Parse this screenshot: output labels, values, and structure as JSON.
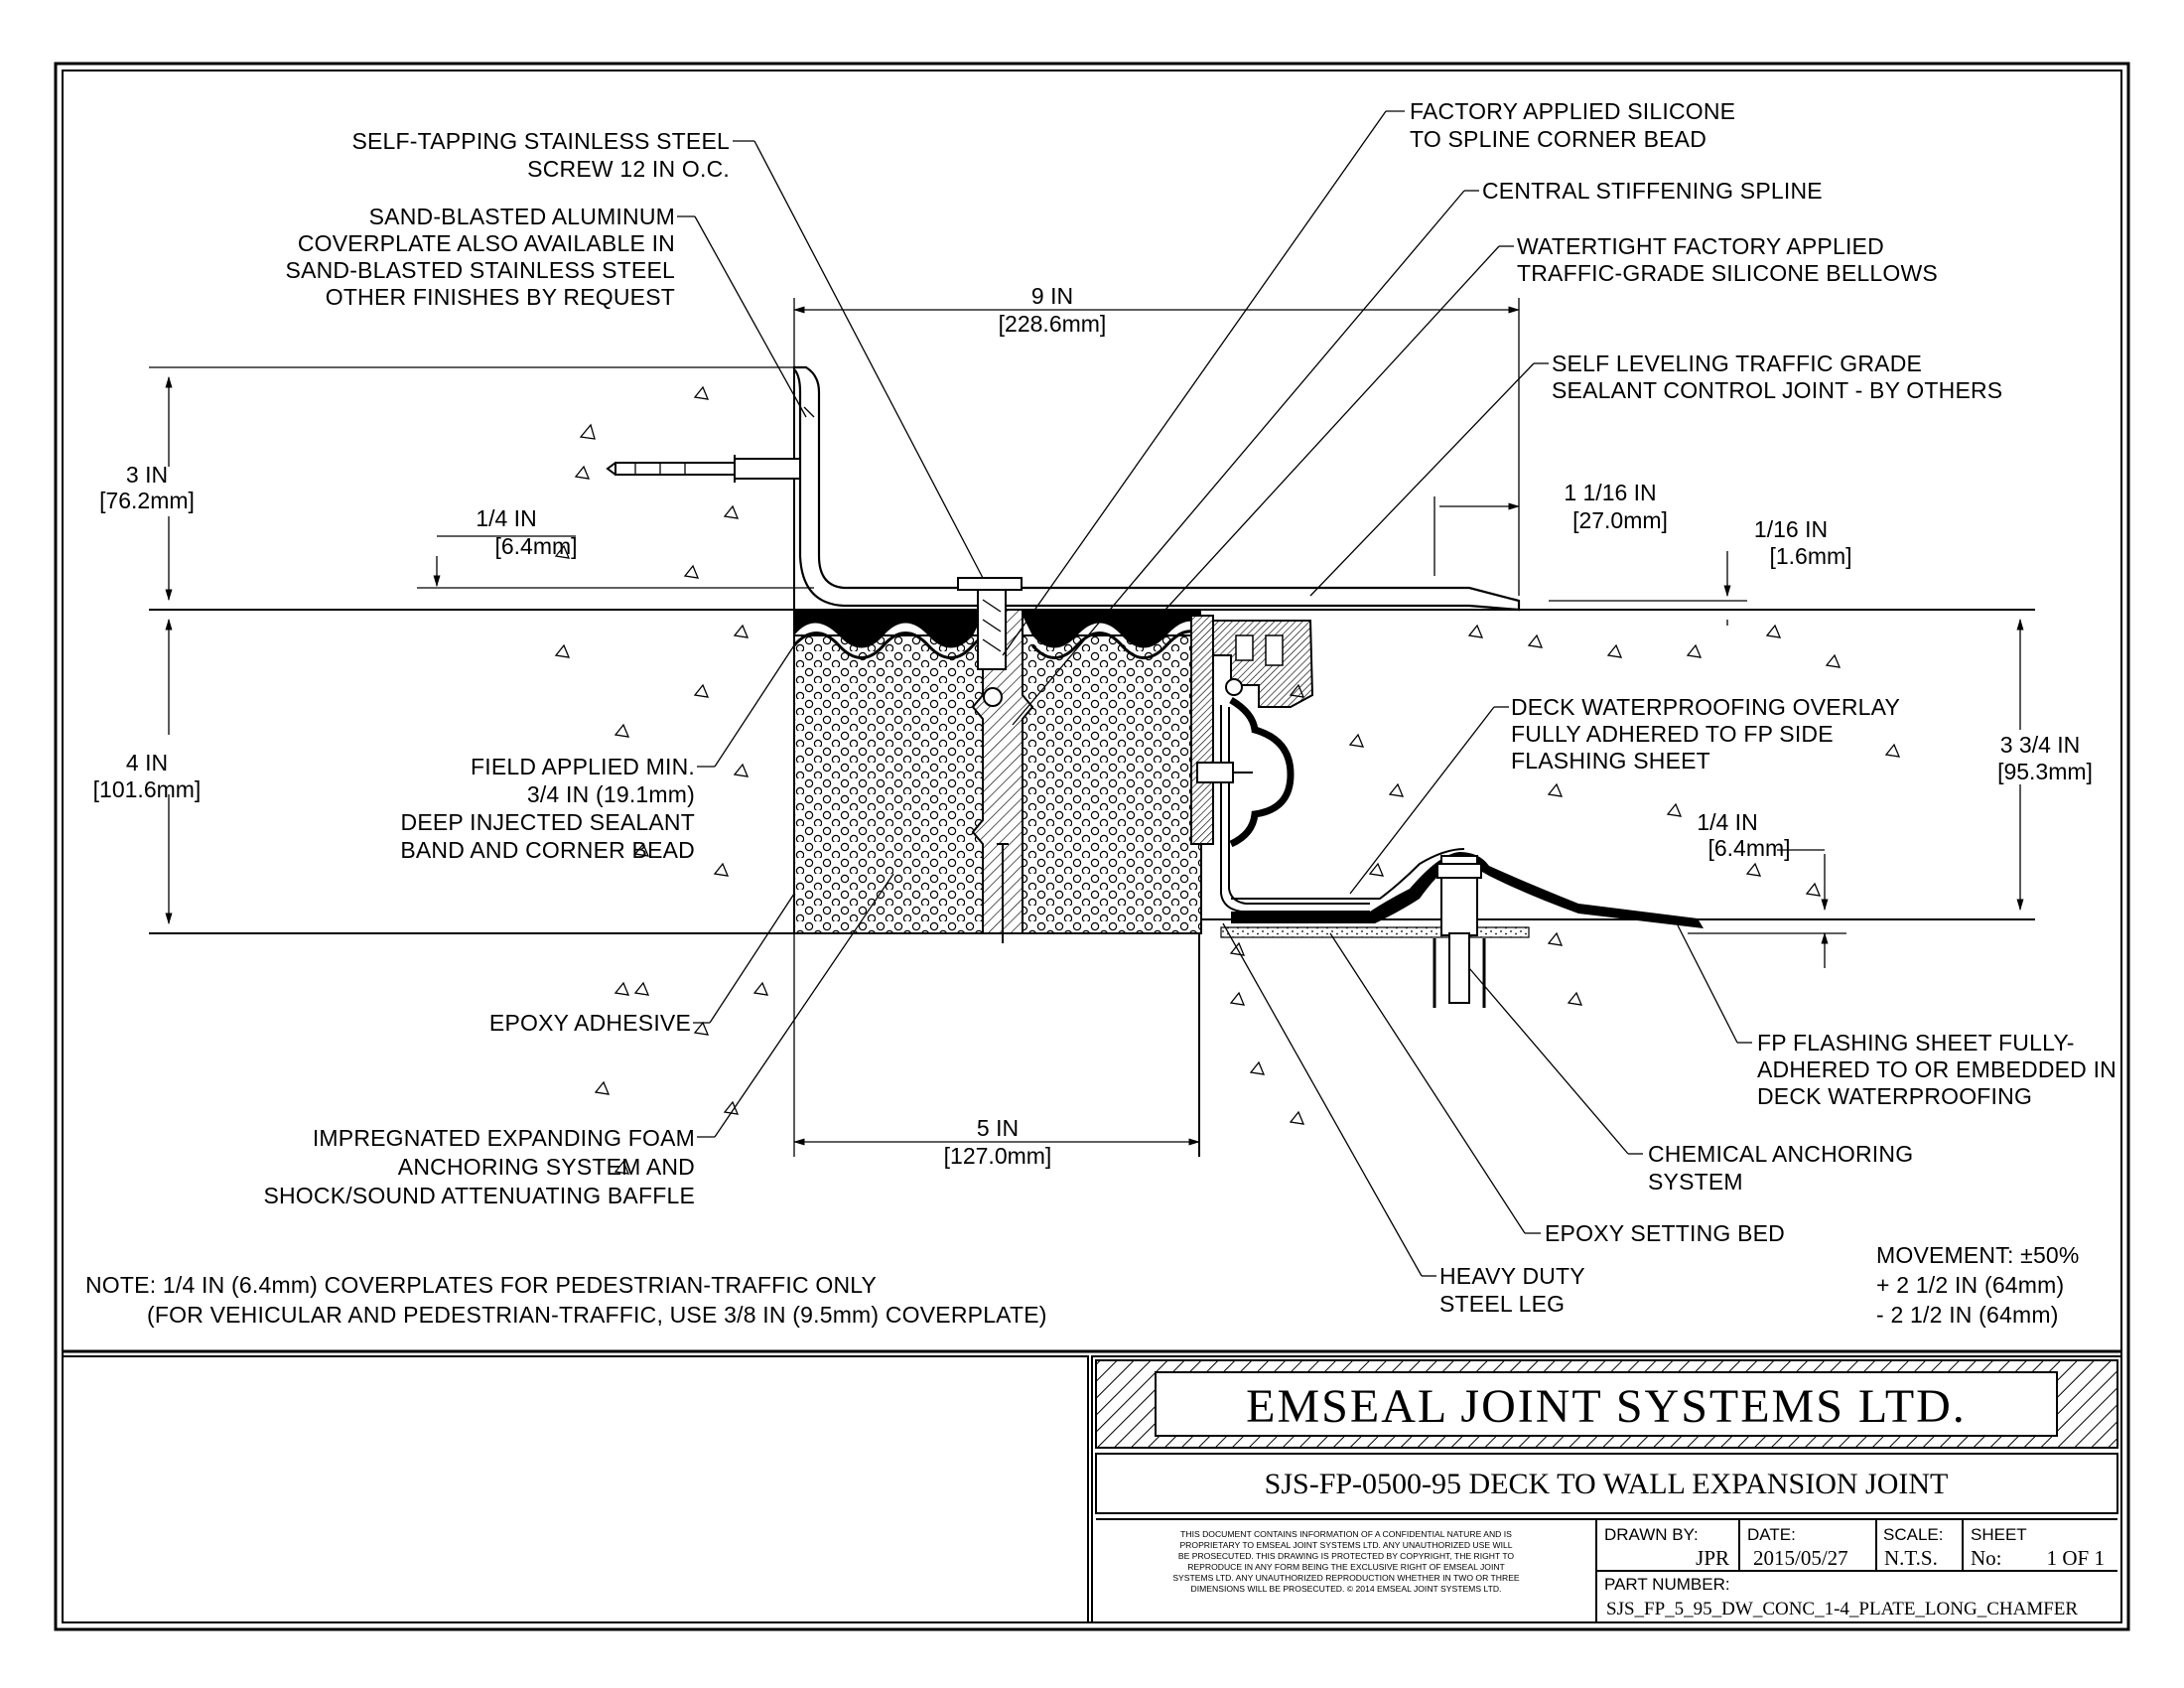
{
  "callouts": {
    "screw": [
      "SELF-TAPPING STAINLESS STEEL",
      "SCREW 12 IN O.C."
    ],
    "coverplate": [
      "SAND-BLASTED ALUMINUM",
      "COVERPLATE ALSO AVAILABLE IN",
      "SAND-BLASTED STAINLESS STEEL",
      "OTHER FINISHES BY REQUEST"
    ],
    "silicone_bead": [
      "FACTORY APPLIED SILICONE",
      "TO SPLINE CORNER BEAD"
    ],
    "spline": [
      "CENTRAL STIFFENING SPLINE"
    ],
    "bellows": [
      "WATERTIGHT FACTORY APPLIED",
      "TRAFFIC-GRADE SILICONE BELLOWS"
    ],
    "sealant_joint": [
      "SELF LEVELING TRAFFIC GRADE",
      "SEALANT CONTROL JOINT - BY OTHERS"
    ],
    "field_sealant": [
      "FIELD APPLIED MIN.",
      "3/4 IN (19.1mm)",
      "DEEP INJECTED SEALANT",
      "BAND AND CORNER BEAD"
    ],
    "deck_overlay": [
      "DECK WATERPROOFING OVERLAY",
      "FULLY ADHERED TO FP SIDE",
      "FLASHING SHEET"
    ],
    "epoxy_adhesive": [
      "EPOXY ADHESIVE"
    ],
    "foam": [
      "IMPREGNATED EXPANDING FOAM",
      "ANCHORING SYSTEM AND",
      "SHOCK/SOUND ATTENUATING BAFFLE"
    ],
    "fp_flashing": [
      "FP FLASHING SHEET FULLY-",
      "ADHERED TO OR EMBEDDED IN",
      "DECK WATERPROOFING"
    ],
    "chemical_anchor": [
      "CHEMICAL ANCHORING",
      "SYSTEM"
    ],
    "epoxy_bed": [
      "EPOXY SETTING BED"
    ],
    "steel_leg": [
      "HEAVY DUTY",
      "STEEL LEG"
    ]
  },
  "dimensions": {
    "width_9in": [
      "9 IN",
      "[228.6mm]"
    ],
    "height_3in": [
      "3 IN",
      "[76.2mm]"
    ],
    "plate_quarter": [
      "1/4 IN",
      "[6.4mm]"
    ],
    "height_4in": [
      "4 IN",
      "[101.6mm]"
    ],
    "width_5in": [
      "5 IN",
      "[127.0mm]"
    ],
    "chamfer": [
      "1 1/16 IN",
      "[27.0mm]"
    ],
    "sixteenth": [
      "1/16 IN",
      "[1.6mm]"
    ],
    "height_3_3_4": [
      "3 3/4 IN",
      "[95.3mm]"
    ],
    "leg_quarter": [
      "1/4 IN",
      "[6.4mm]"
    ]
  },
  "note": [
    "NOTE: 1/4 IN (6.4mm) COVERPLATES FOR PEDESTRIAN-TRAFFIC ONLY",
    "(FOR VEHICULAR AND PEDESTRIAN-TRAFFIC, USE 3/8 IN (9.5mm) COVERPLATE)"
  ],
  "movement": [
    "MOVEMENT: ±50%",
    "+ 2 1/2 IN (64mm)",
    "- 2 1/2 IN (64mm)"
  ],
  "title_block": {
    "company": "EMSEAL JOINT SYSTEMS LTD.",
    "drawing_title": "SJS-FP-0500-95 DECK TO WALL EXPANSION JOINT",
    "disclaimer": [
      "THIS DOCUMENT CONTAINS INFORMATION OF A CONFIDENTIAL NATURE AND IS",
      "PROPRIETARY TO EMSEAL JOINT SYSTEMS LTD. ANY UNAUTHORIZED USE WILL",
      "BE PROSECUTED. THIS DRAWING IS PROTECTED BY COPYRIGHT, THE RIGHT TO",
      "REPRODUCE IN ANY FORM BEING THE EXCLUSIVE RIGHT OF EMSEAL JOINT",
      "SYSTEMS LTD. ANY UNAUTHORIZED REPRODUCTION WHETHER IN TWO OR THREE",
      "DIMENSIONS WILL BE PROSECUTED. © 2014 EMSEAL JOINT SYSTEMS LTD."
    ],
    "drawn_by_label": "DRAWN BY:",
    "drawn_by": "JPR",
    "date_label": "DATE:",
    "date": "2015/05/27",
    "scale_label": "SCALE:",
    "scale": "N.T.S.",
    "sheet_label": "SHEET",
    "sheet_no_label": "No:",
    "sheet": "1 OF 1",
    "part_number_label": "PART NUMBER:",
    "part_number": "SJS_FP_5_95_DW_CONC_1-4_PLATE_LONG_CHAMFER"
  }
}
